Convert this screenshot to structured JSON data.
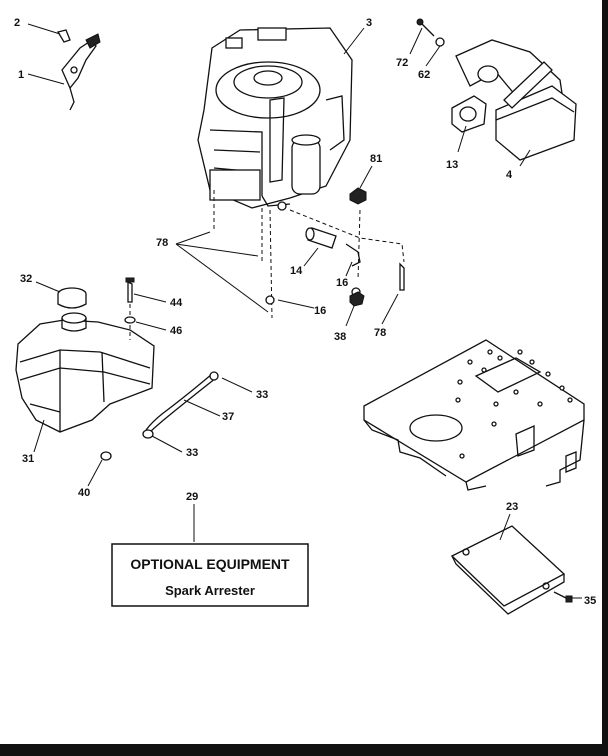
{
  "labels": {
    "p1": "1",
    "p2": "2",
    "p3": "3",
    "p4": "4",
    "p13": "13",
    "p14": "14",
    "p16a": "16",
    "p16b": "16",
    "p23": "23",
    "p29": "29",
    "p31": "31",
    "p32": "32",
    "p33a": "33",
    "p33b": "33",
    "p35": "35",
    "p37": "37",
    "p38": "38",
    "p40": "40",
    "p44": "44",
    "p46": "46",
    "p62": "62",
    "p72": "72",
    "p78a": "78",
    "p78b": "78",
    "p81": "81"
  },
  "optional_box": {
    "title": "OPTIONAL EQUIPMENT",
    "subtitle": "Spark Arrester"
  }
}
